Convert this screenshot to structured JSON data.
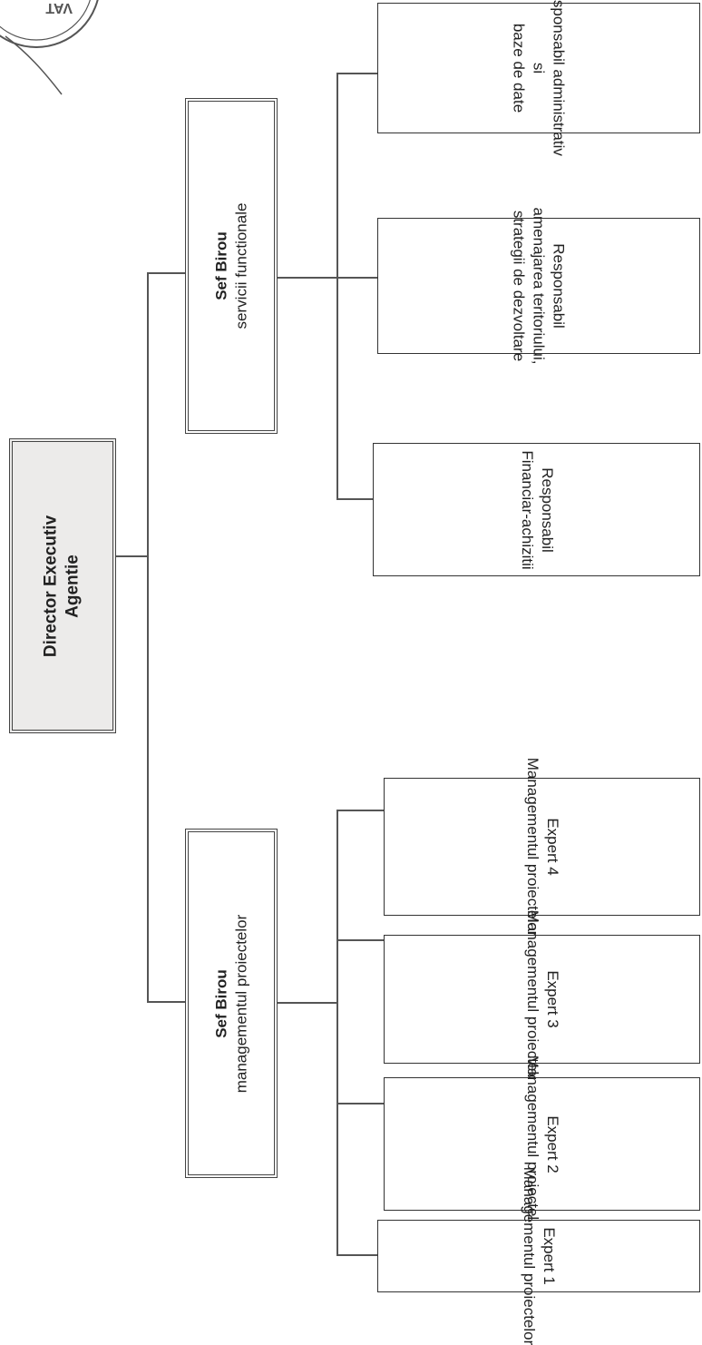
{
  "seal": {
    "text": "VAT"
  },
  "director": {
    "line1": "Director Executiv",
    "line2": "Agentie"
  },
  "sef_servicii": {
    "line1": "Sef Birou",
    "line2": "servicii functionale"
  },
  "sef_management": {
    "line1": "Sef Birou",
    "line2": "managementul proiectelor"
  },
  "responsabili": [
    {
      "line1": "Responsabil administrativ",
      "line2": "si",
      "line3": "baze de date"
    },
    {
      "line1": "Responsabil",
      "line2": "amenajarea teritoriului,",
      "line3": "strategii de dezvoltare"
    },
    {
      "line1": "Responsabil",
      "line2": "Financiar-achizitii"
    }
  ],
  "experts": [
    {
      "line1": "Expert 4",
      "line2": "Managementul proiectelor"
    },
    {
      "line1": "Expert 3",
      "line2": "Managementul proiectelor"
    },
    {
      "line1": "Expert 2",
      "line2": "Managementul proiectelor"
    },
    {
      "line1": "Expert 1",
      "line2": "Managementul proiectelor"
    }
  ],
  "colors": {
    "ink": "#222222",
    "director_fill": "#ecebea",
    "seal": "#555555"
  }
}
